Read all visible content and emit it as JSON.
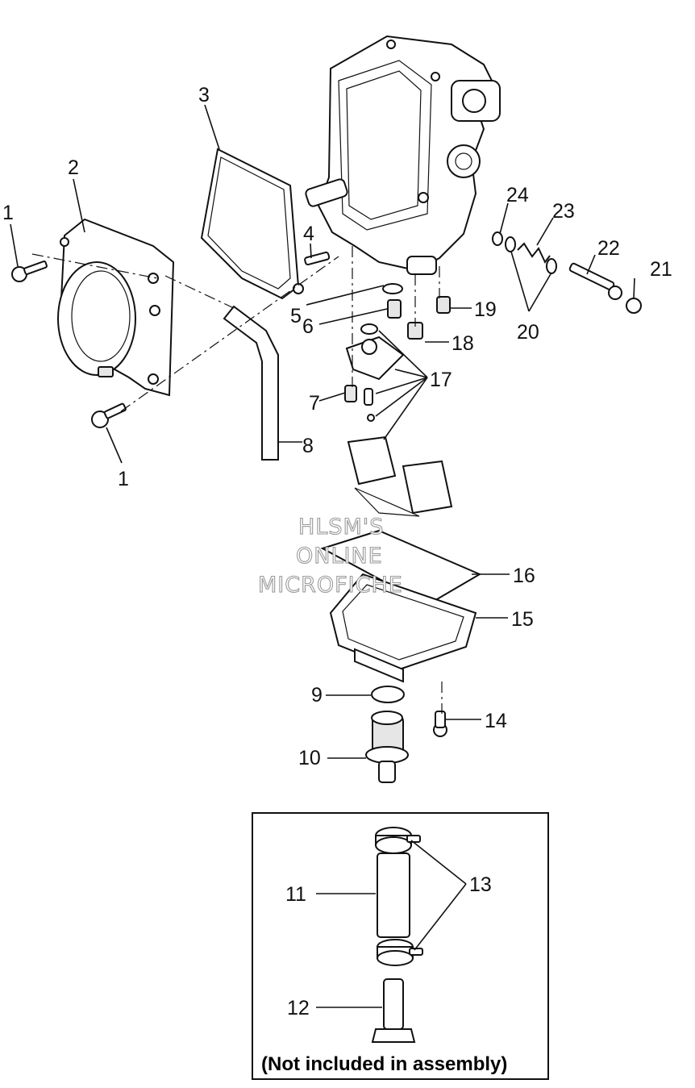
{
  "callouts": {
    "c1a": "1",
    "c1b": "1",
    "c2": "2",
    "c3": "3",
    "c4": "4",
    "c5": "5",
    "c6": "6",
    "c7": "7",
    "c8": "8",
    "c9": "9",
    "c10": "10",
    "c11": "11",
    "c12": "12",
    "c13": "13",
    "c14": "14",
    "c15": "15",
    "c16": "16",
    "c17": "17",
    "c18": "18",
    "c19": "19",
    "c20": "20",
    "c21": "21",
    "c22": "22",
    "c23": "23",
    "c24": "24"
  },
  "watermark": {
    "line1": "HLSM'S",
    "line2": "ONLINE",
    "line3": "MICROFICHE"
  },
  "inset_note": "(Not included in assembly)"
}
